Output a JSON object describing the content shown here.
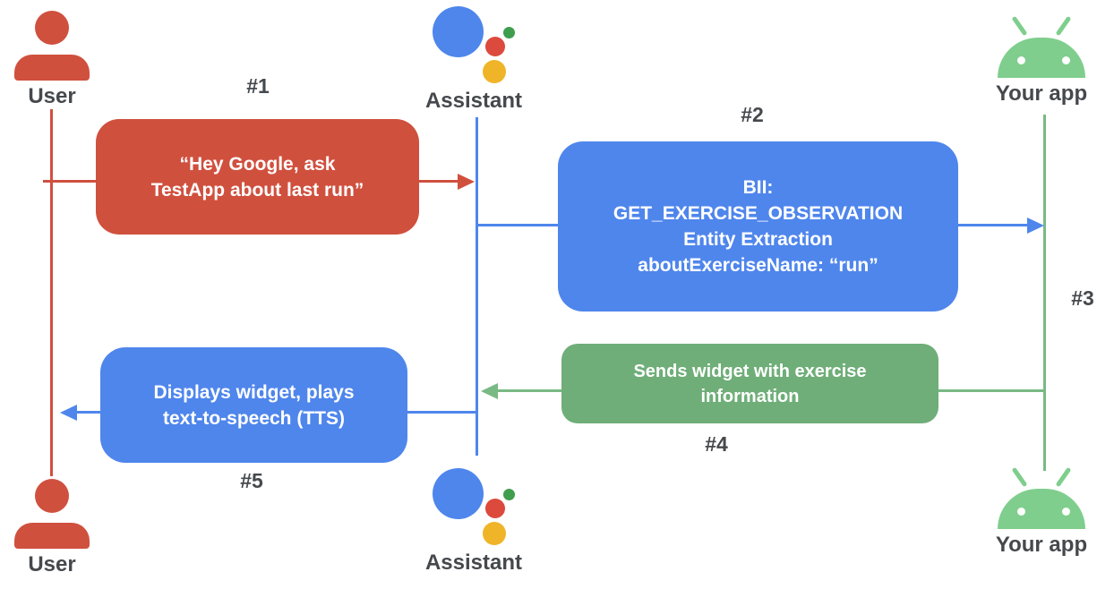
{
  "diagram_type": "sequence-flow",
  "actors": {
    "user_top": "User",
    "assistant_top": "Assistant",
    "app_top": "Your app",
    "user_bottom": "User",
    "assistant_bottom": "Assistant",
    "app_bottom": "Your app"
  },
  "steps": {
    "s1": {
      "label": "#1",
      "from": "User",
      "to": "Assistant",
      "lines": [
        "“Hey Google, ask",
        "TestApp about last run”"
      ]
    },
    "s2": {
      "label": "#2",
      "from": "Assistant",
      "to": "Your app",
      "lines": [
        "BII:",
        "GET_EXERCISE_OBSERVATION",
        "Entity Extraction",
        "aboutExerciseName: “run”"
      ]
    },
    "s3": {
      "label": "#3"
    },
    "s4": {
      "label": "#4",
      "from": "Your app",
      "to": "Assistant",
      "lines": [
        "Sends widget with exercise",
        "information"
      ]
    },
    "s5": {
      "label": "#5",
      "from": "Assistant",
      "to": "User",
      "lines": [
        "Displays widget, plays",
        "text-to-speech (TTS)"
      ]
    }
  },
  "colors": {
    "user_red": "#D0503E",
    "assistant_blue": "#4F86EC",
    "app_box_green": "#6FAE78",
    "app_line_green": "#79B983",
    "android_green": "#7FCE8D",
    "assistant_logo_blue": "#4E86EC",
    "assistant_logo_red": "#DB4A3C",
    "assistant_logo_yellow": "#F0B428",
    "assistant_logo_green": "#3F9E4D",
    "label_gray": "#45494D"
  }
}
